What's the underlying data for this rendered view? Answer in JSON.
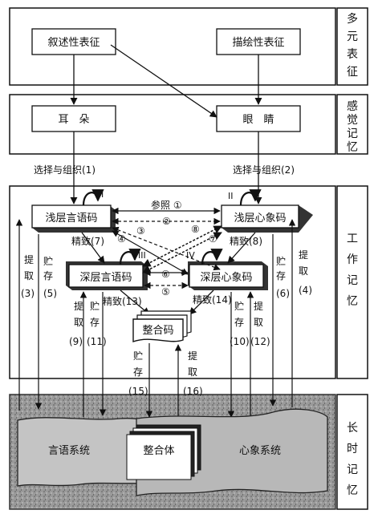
{
  "side_labels": {
    "multi": [
      "多",
      "元",
      "表",
      "征"
    ],
    "sensory": [
      "感",
      "觉",
      "记",
      "忆"
    ],
    "working": [
      "工",
      "作",
      "记",
      "忆"
    ],
    "longterm": [
      "长",
      "时",
      "记",
      "忆"
    ]
  },
  "boxes": {
    "narrative": "叙述性表征",
    "descriptive": "描绘性表征",
    "ear": "耳　朵",
    "eye": "眼　睛",
    "shallow_verbal": "浅层言语码",
    "shallow_image": "浅层心象码",
    "deep_verbal": "深层言语码",
    "deep_image": "深层心象码",
    "integrated_code": "整合码",
    "integrated_body": "整合体",
    "verbal_system": "言语系统",
    "image_system": "心象系统"
  },
  "roman": {
    "i": "I",
    "ii": "II",
    "iii": "III",
    "iv": "IV"
  },
  "labels": {
    "select_left": "选择与组织(1)",
    "select_right": "选择与组织(2)",
    "ref1": "参照 ①",
    "c2": "②",
    "c3": "③",
    "c4": "④",
    "c5": "⑤",
    "c6": "⑥",
    "c7": "⑦",
    "c8": "⑧",
    "elab7": "精致(7)",
    "elab8": "精致(8)",
    "elab13": "精致(13)",
    "elab14": "精致(14)",
    "retrieve": "提",
    "retrieve2": "取",
    "store": "贮",
    "store2": "存",
    "n3": "(3)",
    "n4": "(4)",
    "n5": "(5)",
    "n6": "(6)",
    "n9": "(9)",
    "n10": "(10)",
    "n11": "(11)",
    "n12": "(12)",
    "n15": "(15)",
    "n16": "(16)"
  }
}
